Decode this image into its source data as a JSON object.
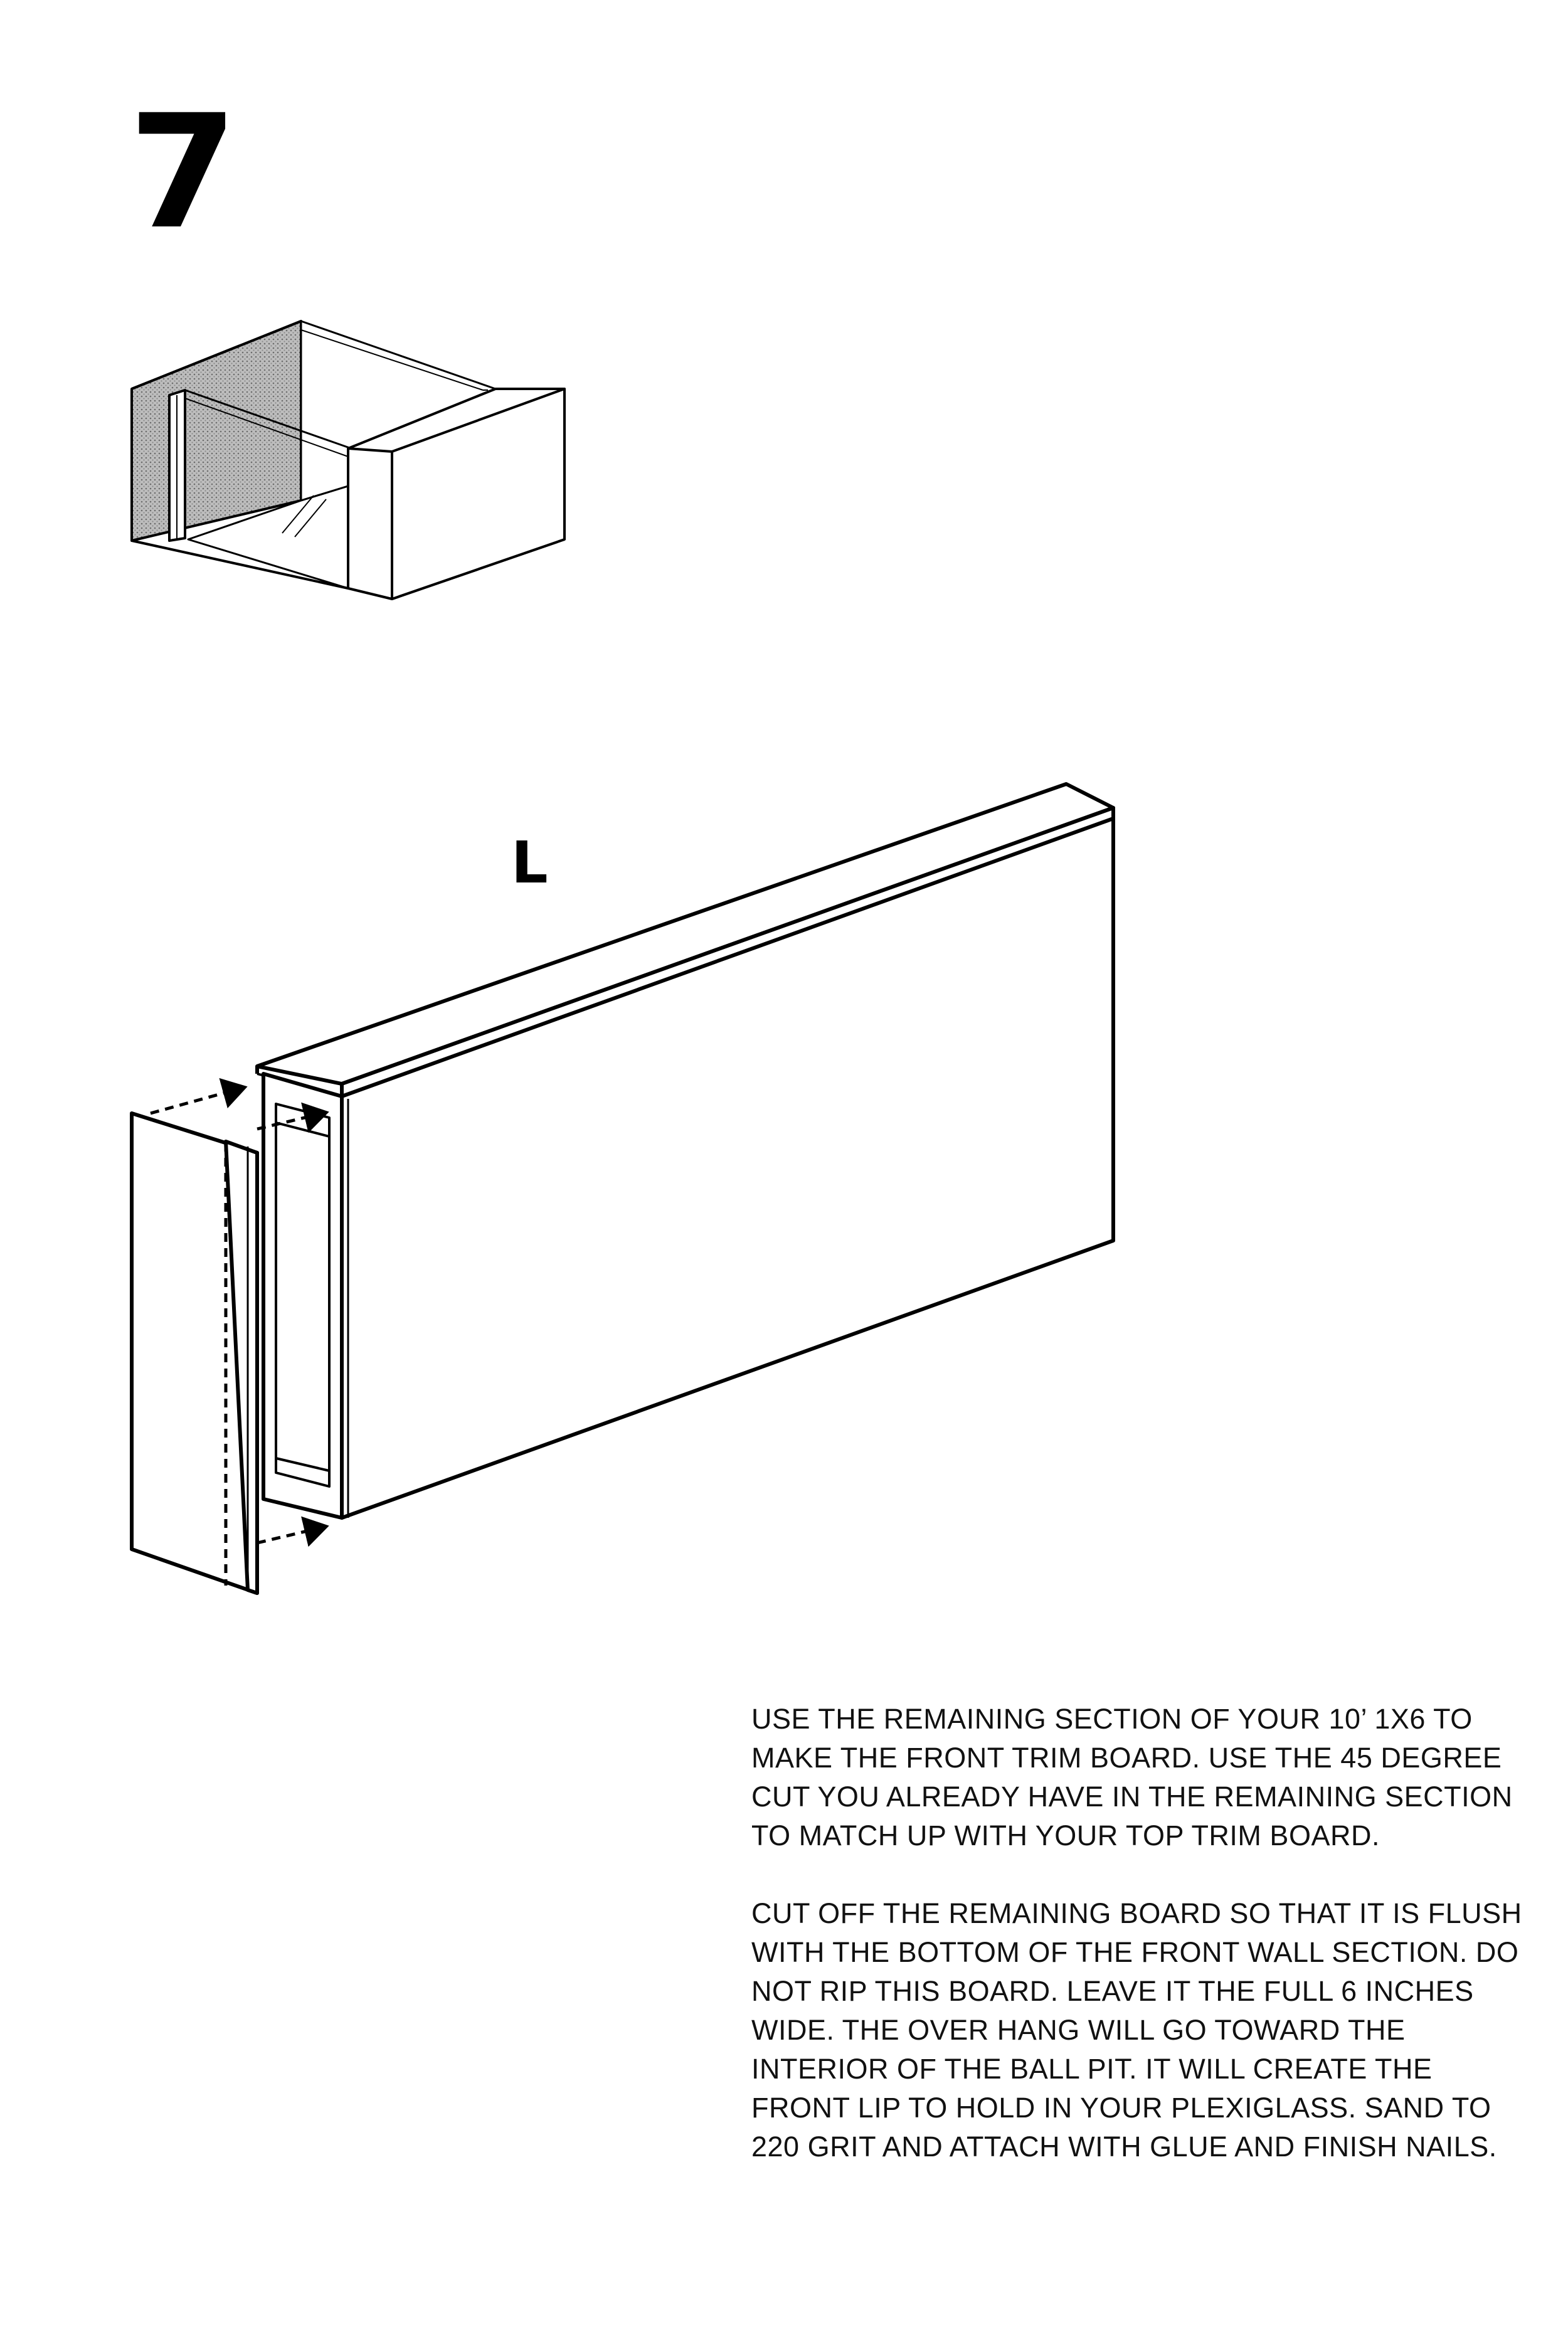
{
  "step": {
    "number": "7"
  },
  "part": {
    "label": "L"
  },
  "illustrations": {
    "overview": "ball pit box with shaded completed wall and plexiglass",
    "main": "front wall section with top trim board and front trim board attaching"
  },
  "instructions": {
    "paragraph_1": "USE THE REMAINING SECTION OF YOUR 10’ 1X6 TO MAKE THE FRONT TRIM BOARD. USE THE 45 DEGREE CUT YOU ALREADY HAVE IN THE REMAINING SECTION TO MATCH UP WITH YOUR TOP TRIM BOARD.",
    "paragraph_2": "CUT OFF THE REMAINING BOARD SO THAT IT IS FLUSH WITH THE BOTTOM OF THE FRONT WALL SECTION. DO NOT RIP THIS BOARD. LEAVE IT THE FULL 6 INCHES WIDE. THE OVER HANG WILL GO TOWARD THE INTERIOR OF THE BALL PIT. IT WILL CREATE THE FRONT LIP TO HOLD IN YOUR PLEXIGLASS. SAND TO 220 GRIT AND ATTACH WITH GLUE AND FINISH NAILS."
  }
}
